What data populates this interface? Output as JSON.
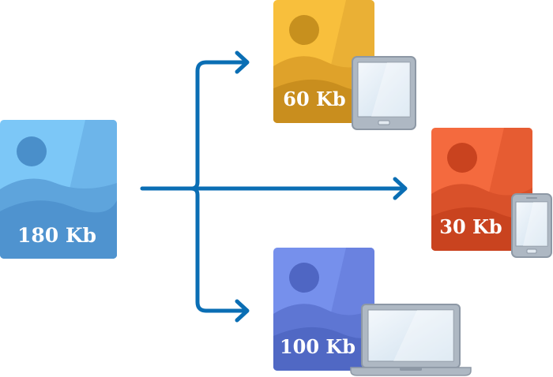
{
  "source": {
    "size_label": "180 Kb",
    "color": "#64B5F6"
  },
  "outputs": [
    {
      "size_label": "60 Kb",
      "device": "tablet",
      "color": "#F5B731"
    },
    {
      "size_label": "30 Kb",
      "device": "phone",
      "color": "#EE6136"
    },
    {
      "size_label": "100 Kb",
      "device": "laptop",
      "color": "#6C83E0"
    }
  ],
  "colors": {
    "arrow": "#0A6EB4",
    "device_frame": "#9BA7B4",
    "device_screen": "#E3EEF7"
  }
}
